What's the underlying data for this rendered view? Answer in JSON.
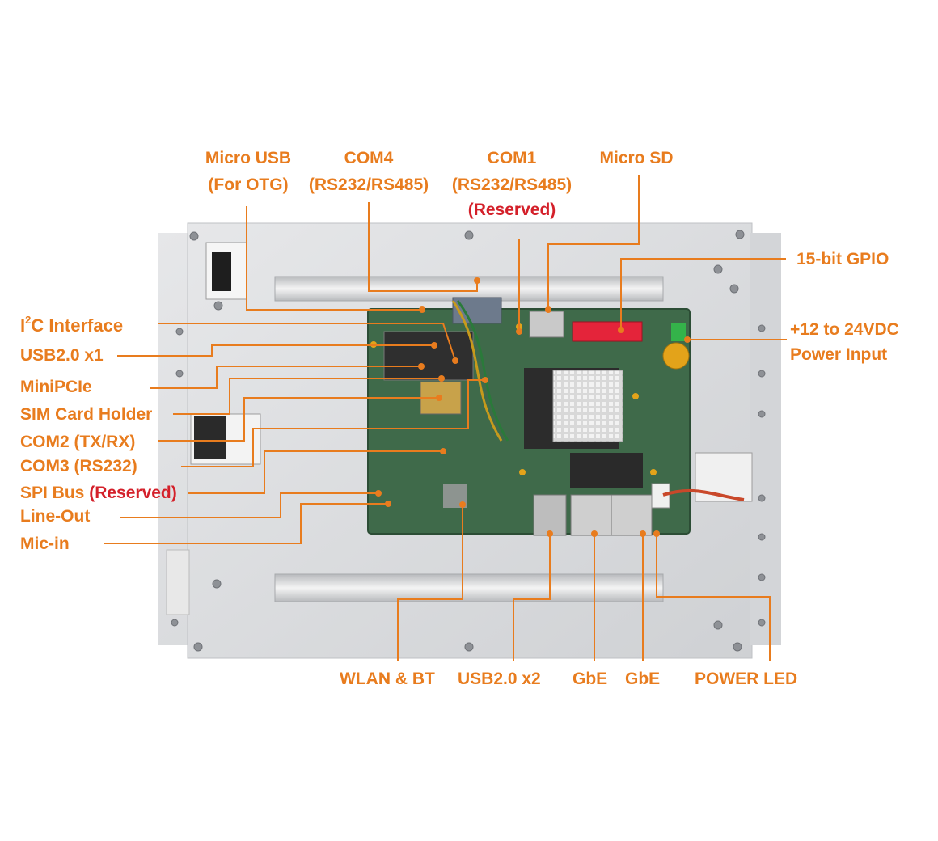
{
  "labels": {
    "micro_usb": {
      "line1": "Micro USB",
      "line2": "(For OTG)"
    },
    "com4": {
      "line1": "COM4",
      "line2": "(RS232/RS485)"
    },
    "com1": {
      "line1": "COM1",
      "line2": "(RS232/RS485)",
      "note": "(Reserved)"
    },
    "micro_sd": "Micro SD",
    "gpio": "15-bit GPIO",
    "power_input": {
      "line1": "+12 to 24VDC",
      "line2": "Power Input"
    },
    "i2c": {
      "prefix": "I",
      "sup": "2",
      "rest": "C Interface"
    },
    "usb20_x1": "USB2.0 x1",
    "minipcie": "MiniPCIe",
    "sim": "SIM Card Holder",
    "com2": "COM2 (TX/RX)",
    "com3": "COM3 (RS232)",
    "spi": {
      "text": "SPI Bus",
      "note": "(Reserved)"
    },
    "line_out": "Line-Out",
    "mic_in": "Mic-in",
    "wlan_bt": "WLAN & BT",
    "usb20_x2": "USB2.0 x2",
    "gbe1": "GbE",
    "gbe2": "GbE",
    "power_led": "POWER LED"
  },
  "colors": {
    "callout": "#e87c1e",
    "reserved": "#d4202a",
    "panel": "#d9dadc",
    "pcb": "#3f6a4a",
    "heatsink": "#c9c9c9"
  }
}
